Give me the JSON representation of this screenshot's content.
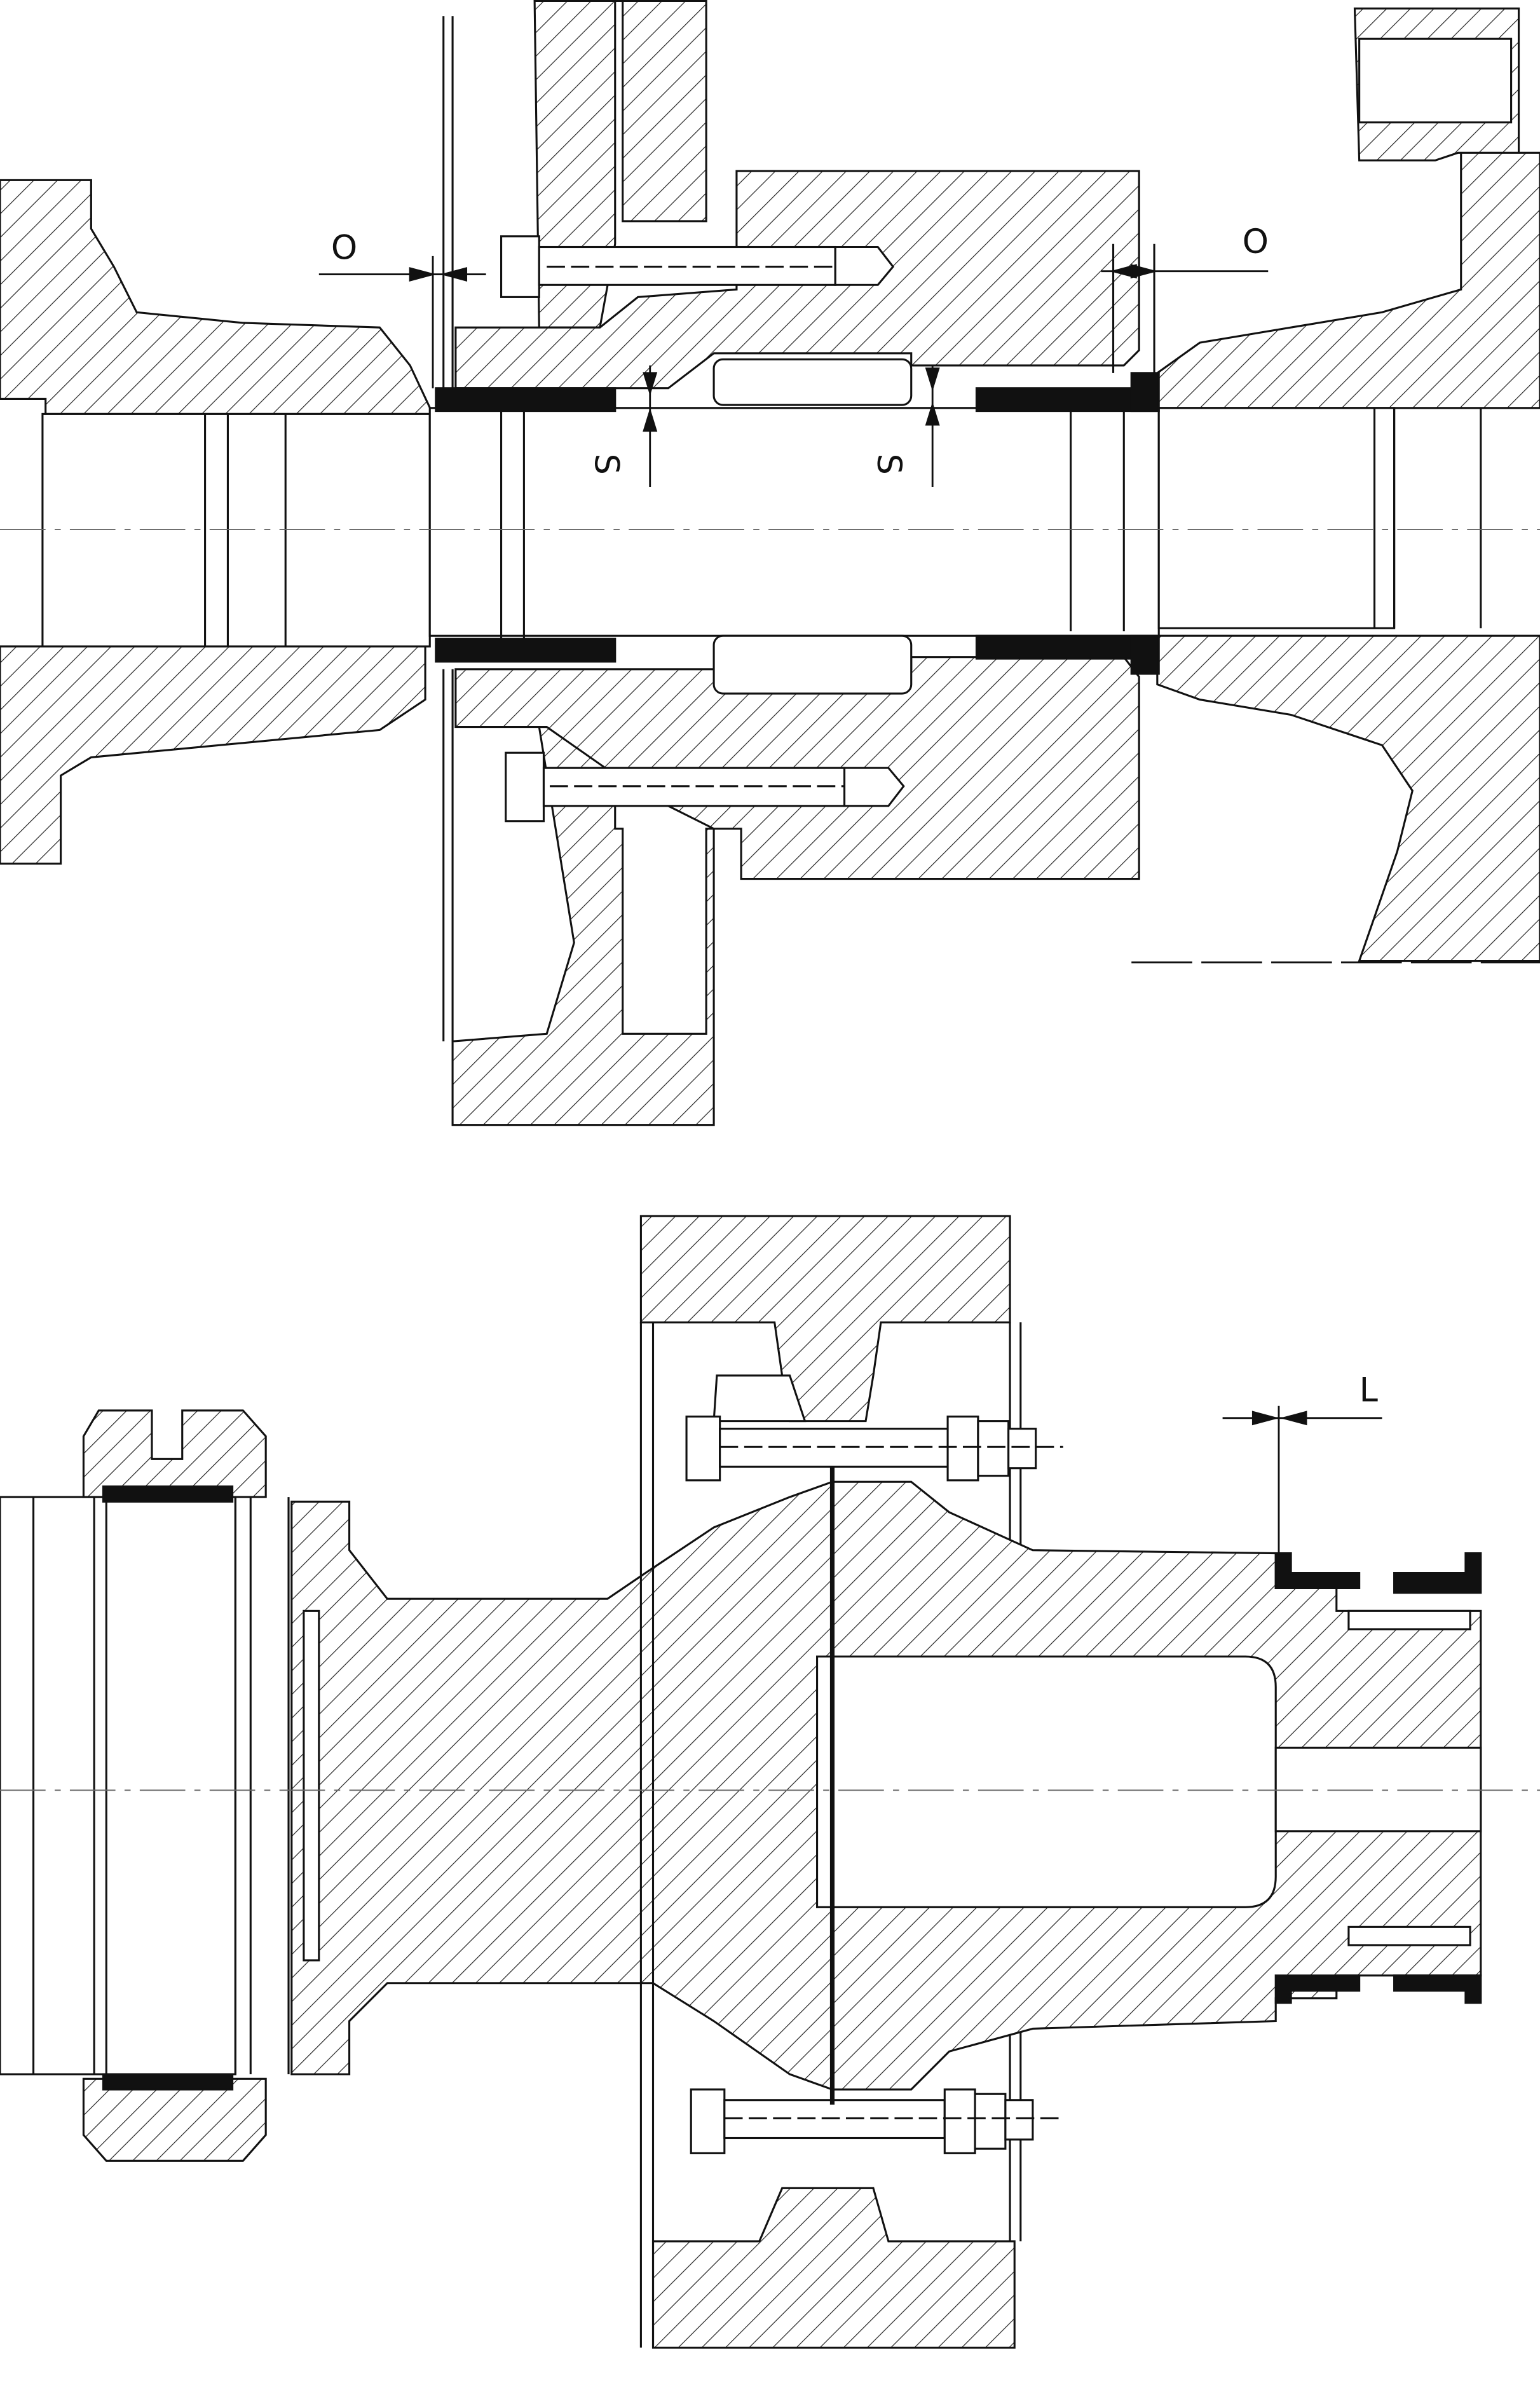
{
  "drawing": {
    "labels": {
      "gap_o_left": "O",
      "gap_o_right": "O",
      "gap_s_left": "S",
      "gap_s_right": "S",
      "gap_l": "L"
    }
  },
  "colors": {
    "line": "#111111",
    "fill": "#ffffff",
    "seal": "#111111"
  }
}
